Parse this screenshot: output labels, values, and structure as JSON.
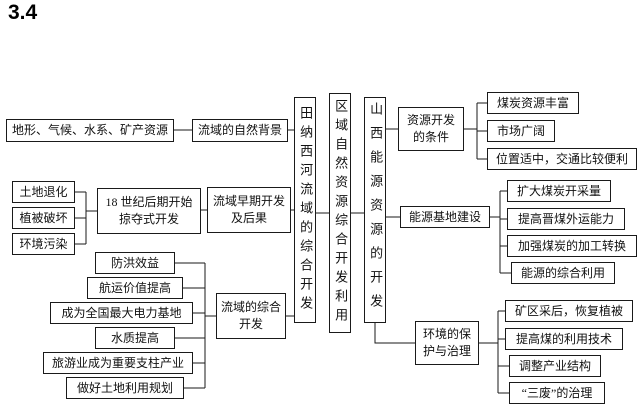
{
  "title": "3.4",
  "diagram": {
    "center_root": "区域自然资源综合开发利用",
    "tennessee": {
      "root": "田纳西河流域的综合开发",
      "natural_background": "流域的自然背景",
      "natural_background_factors": "地形、气候、水系、矿产资源",
      "early_development": "流域早期开发及后果",
      "early_development_cause": "18 世纪后期开始掠夺式开发",
      "early_consequences": [
        "土地退化",
        "植被破坏",
        "环境污染"
      ],
      "comprehensive_development": "流域的综合开发",
      "comprehensive_achievements": [
        "防洪效益",
        "航运价值提高",
        "成为全国最大电力基地",
        "水质提高",
        "旅游业成为重要支柱产业",
        "做好土地利用规划"
      ]
    },
    "shanxi": {
      "root": "山西能源资源的开发",
      "conditions": "资源开发的条件",
      "condition_items": [
        "煤炭资源丰富",
        "市场广阔",
        "位置适中，交通比较便利"
      ],
      "base_construction": "能源基地建设",
      "base_construction_items": [
        "扩大煤炭开采量",
        "提高晋煤外运能力",
        "加强煤炭的加工转换",
        "能源的综合利用"
      ],
      "environment": "环境的保护与治理",
      "environment_items": [
        "矿区采后，恢复植被",
        "提高煤的利用技术",
        "调整产业结构",
        "“三废”的治理"
      ]
    }
  }
}
